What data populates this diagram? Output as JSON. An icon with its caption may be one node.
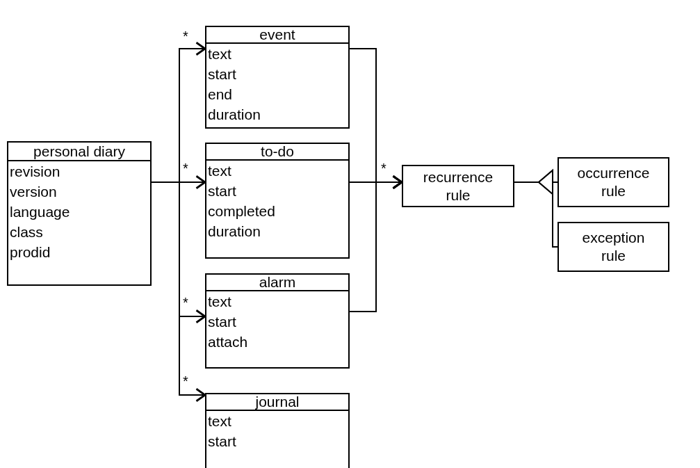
{
  "diagram": {
    "nodes": [
      {
        "text": [
          "personal diary",
          "revision",
          "version",
          "language",
          "class",
          "prodid"
        ]
      },
      {
        "text": [
          "event",
          "text",
          "start",
          "end",
          "duration"
        ]
      },
      {
        "text": [
          "to-do",
          "text",
          "start",
          "completed",
          "duration"
        ]
      },
      {
        "text": [
          "alarm",
          "text",
          "start",
          "attach"
        ]
      },
      {
        "text": [
          "journal",
          "text",
          "start"
        ]
      },
      {
        "text": [
          "recurrence rule"
        ]
      },
      {
        "text": [
          "occurrence rule"
        ]
      },
      {
        "text": [
          "exception rule"
        ]
      }
    ],
    "edges": [
      {
        "from": 0,
        "to": 1,
        "arrow": "to",
        "label": "*"
      },
      {
        "from": 0,
        "to": 2,
        "arrow": "to",
        "label": "*"
      },
      {
        "from": 0,
        "to": 3,
        "arrow": "to",
        "label": "*"
      },
      {
        "from": 0,
        "to": 4,
        "arrow": "to",
        "label": "*"
      },
      {
        "from": 1,
        "to": 5,
        "arrow": "to"
      },
      {
        "from": 2,
        "to": 5,
        "arrow": "to",
        "label": "*"
      },
      {
        "from": 3,
        "to": 5,
        "arrow": "to"
      },
      {
        "from": 6,
        "to": 5,
        "arrow": "to"
      },
      {
        "from": 7,
        "to": 5,
        "arrow": "to"
      }
    ]
  }
}
